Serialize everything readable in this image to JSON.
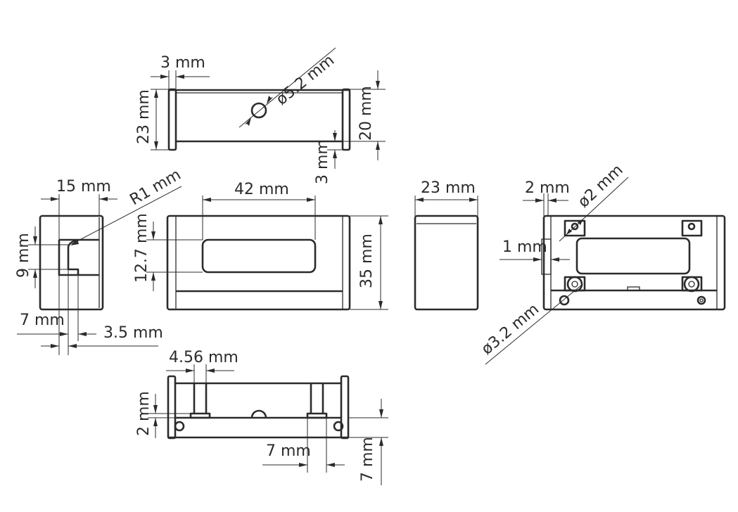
{
  "title": "Enclosure dimension drawing",
  "top_view": {
    "wall": "3 mm",
    "hole": "ø5.2 mm",
    "height": "23 mm",
    "inner_height": "20 mm",
    "bottom_wall": "3 mm"
  },
  "left_view": {
    "width": "15 mm",
    "radius": "R1 mm",
    "slot": "9 mm",
    "offset": "7 mm",
    "step": "3.5 mm"
  },
  "front_view": {
    "window_width": "42 mm",
    "window_height": "12.7 mm",
    "height": "35 mm"
  },
  "side_view": {
    "width": "23 mm"
  },
  "back_view": {
    "wall": "2 mm",
    "small_hole": "ø2 mm",
    "gap": "1 mm",
    "mount_hole": "ø3.2 mm"
  },
  "bottom_view": {
    "post": "4.56 mm",
    "lip": "2 mm",
    "block": "7 mm",
    "base": "7 mm"
  }
}
